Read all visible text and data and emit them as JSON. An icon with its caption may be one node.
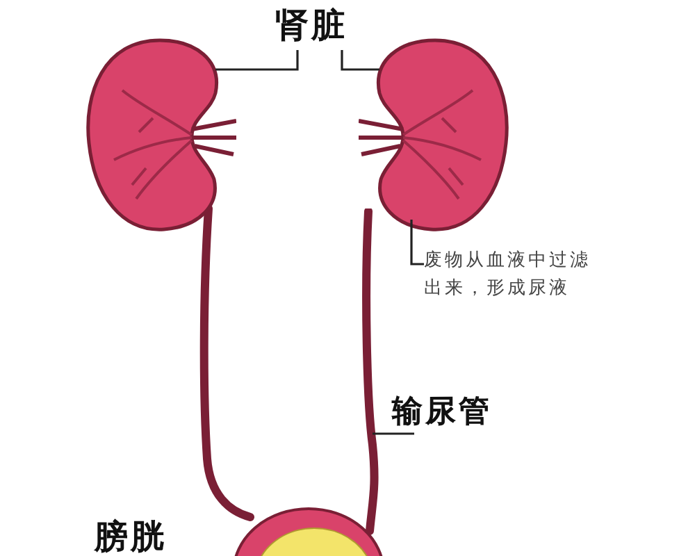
{
  "diagram": {
    "nodes": [
      {
        "text": [
          "肾脏"
        ]
      },
      {
        "text": [],
        "shape": "picture"
      },
      {
        "text": [],
        "shape": "picture"
      },
      {
        "text": [
          "废物从血液中过滤出来，形成尿液"
        ]
      },
      {
        "text": [
          "输尿管"
        ]
      },
      {
        "text": [],
        "shape": "picture"
      }
    ],
    "edges": [
      {
        "from": 0,
        "to": 1,
        "arrow": "none"
      },
      {
        "from": 0,
        "to": 2,
        "arrow": "none"
      },
      {
        "from": 3,
        "to": 2,
        "arrow": "none"
      },
      {
        "from": 4,
        "to": 5,
        "arrow": "none"
      }
    ],
    "labels": [
      "膀胱"
    ]
  }
}
